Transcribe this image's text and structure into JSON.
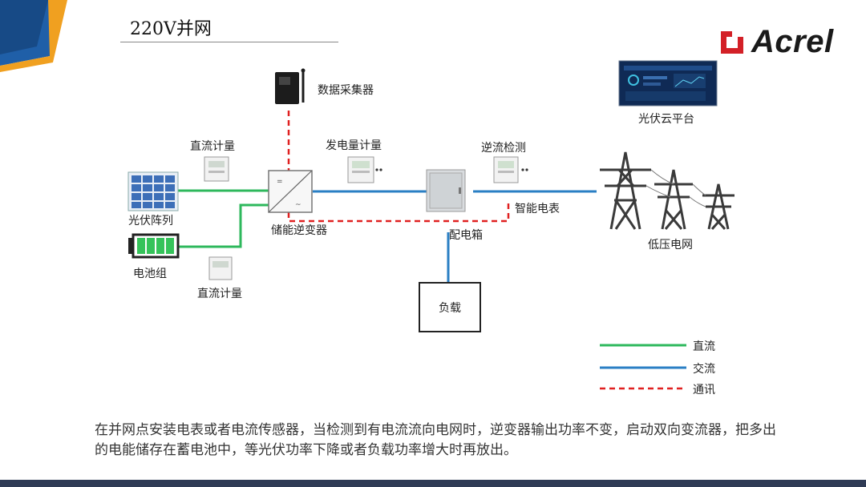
{
  "title": "220V并网",
  "brand": {
    "name": "Acrel",
    "logo_color": "#d32027"
  },
  "nodes": {
    "collector": "数据采集器",
    "cloud": "光伏云平台",
    "dc_meter_top": "直流计量",
    "gen_meter": "发电量计量",
    "reverse_detect": "逆流检测",
    "pv_array": "光伏阵列",
    "inverter": "储能逆变器",
    "distribution_box": "配电箱",
    "smart_meter": "智能电表",
    "low_voltage_grid": "低压电网",
    "battery": "电池组",
    "dc_meter_bottom": "直流计量",
    "load": "负载"
  },
  "legend": [
    {
      "label": "直流",
      "color": "#2eb85c",
      "style": "solid"
    },
    {
      "label": "交流",
      "color": "#2a7fc4",
      "style": "solid"
    },
    {
      "label": "通讯",
      "color": "#e02020",
      "style": "dashed"
    }
  ],
  "description": "在并网点安装电表或者电流传感器，当检测到有电流流向电网时，逆变器输出功率不变，启动双向变流器，把多出的电能储存在蓄电池中，等光伏功率下降或者负载功率增大时再放出。"
}
